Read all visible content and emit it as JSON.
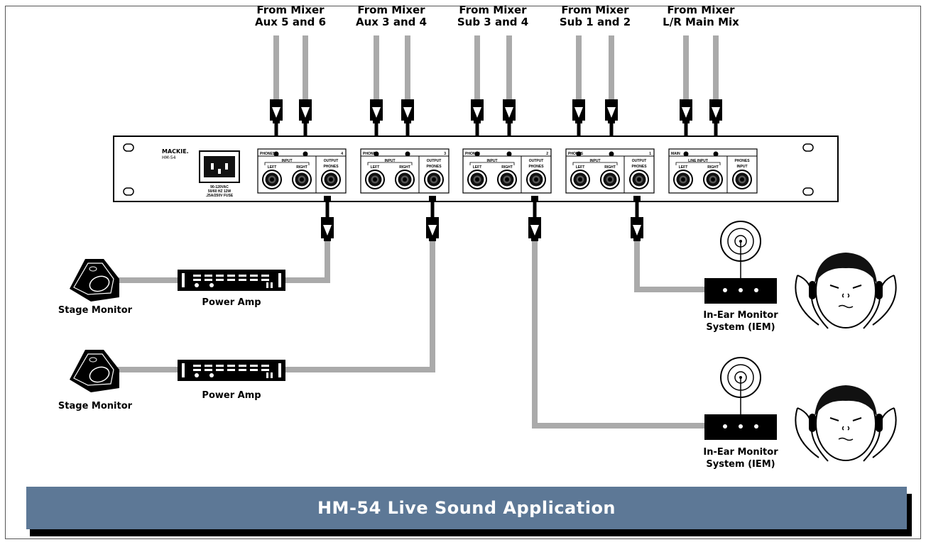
{
  "title": "HM-54 Live Sound Application",
  "sources": [
    {
      "line1": "From Mixer",
      "line2": "Aux 5 and 6"
    },
    {
      "line1": "From Mixer",
      "line2": "Aux 3 and 4"
    },
    {
      "line1": "From Mixer",
      "line2": "Sub 3 and 4"
    },
    {
      "line1": "From Mixer",
      "line2": "Sub 1 and 2"
    },
    {
      "line1": "From Mixer",
      "line2": "L/R Main Mix"
    }
  ],
  "rack": {
    "brand": "MACKIE.",
    "model": "HM-54",
    "power_text": [
      "90-120VAC",
      "50/60 HZ 12W",
      ".25A/250V FUSE"
    ],
    "channels": [
      {
        "name": "PHONES",
        "number": "4",
        "input": "INPUT",
        "left": "LEFT",
        "right": "RIGHT",
        "output": "OUTPUT",
        "phones": "PHONES"
      },
      {
        "name": "PHONES",
        "number": "3",
        "input": "INPUT",
        "left": "LEFT",
        "right": "RIGHT",
        "output": "OUTPUT",
        "phones": "PHONES"
      },
      {
        "name": "PHONES",
        "number": "2",
        "input": "INPUT",
        "left": "LEFT",
        "right": "RIGHT",
        "output": "OUTPUT",
        "phones": "PHONES"
      },
      {
        "name": "PHONES",
        "number": "1",
        "input": "INPUT",
        "left": "LEFT",
        "right": "RIGHT",
        "output": "OUTPUT",
        "phones": "PHONES"
      }
    ],
    "main": {
      "name": "MAIN",
      "input": "LINE INPUT",
      "left": "LEFT",
      "right": "RIGHT",
      "phones": "PHONES INPUT"
    }
  },
  "devices": {
    "stage_monitor": "Stage Monitor",
    "power_amp": "Power Amp",
    "iem_line1": "In-Ear Monitor",
    "iem_line2": "System (IEM)"
  },
  "colors": {
    "cable": "#aaaaaa",
    "title_bar": "#5d7896",
    "panel": "#ffffff"
  }
}
